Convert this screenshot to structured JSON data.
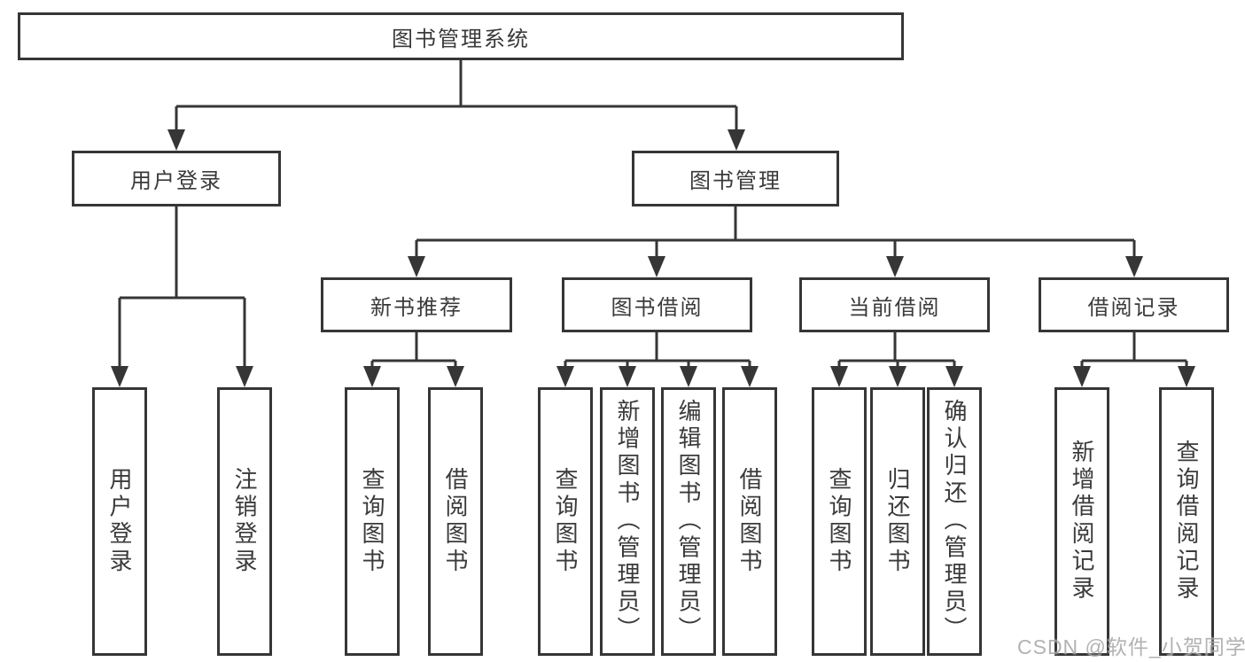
{
  "diagram": {
    "tree": {
      "label": "图书管理系统",
      "children": [
        {
          "label": "用户登录",
          "children": [
            {
              "label": "用户登录"
            },
            {
              "label": "注销登录"
            }
          ]
        },
        {
          "label": "图书管理",
          "children": [
            {
              "label": "新书推荐",
              "children": [
                {
                  "label": "查询图书"
                },
                {
                  "label": "借阅图书"
                }
              ]
            },
            {
              "label": "图书借阅",
              "children": [
                {
                  "label": "查询图书"
                },
                {
                  "label": "新增图书（管理员）"
                },
                {
                  "label": "编辑图书（管理员）"
                },
                {
                  "label": "借阅图书"
                }
              ]
            },
            {
              "label": "当前借阅",
              "children": [
                {
                  "label": "查询图书"
                },
                {
                  "label": "归还图书"
                },
                {
                  "label": "确认归还（管理员）"
                }
              ]
            },
            {
              "label": "借阅记录",
              "children": [
                {
                  "label": "新增借阅记录"
                },
                {
                  "label": "查询借阅记录"
                }
              ]
            }
          ]
        }
      ]
    }
  },
  "watermark": {
    "text": "CSDN @软件_小贺同学"
  },
  "colors": {
    "border": "#363636",
    "line": "#363636",
    "text": "#3a3a3a",
    "background": "#ffffff",
    "watermark": "#a5a5a5"
  }
}
